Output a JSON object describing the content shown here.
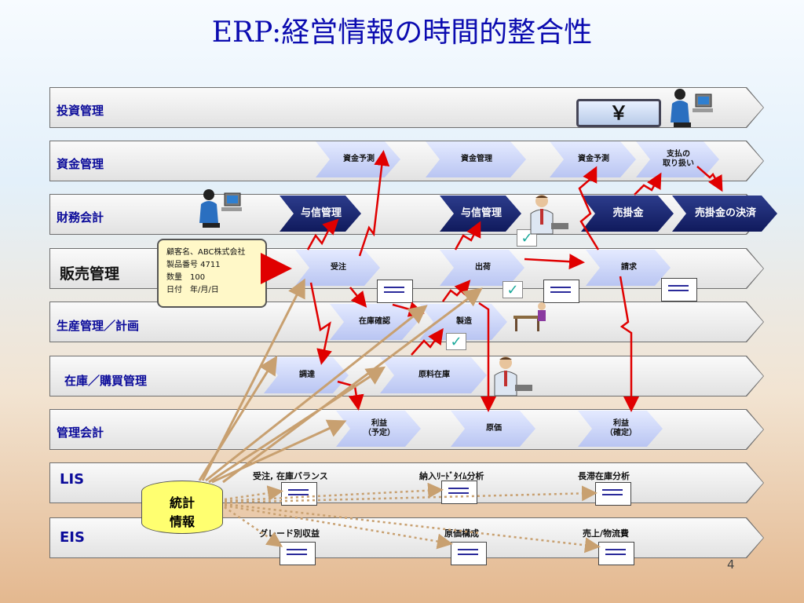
{
  "title": "ERP:経営情報の時間的整合性",
  "bands": [
    {
      "label": "投資管理"
    },
    {
      "label": "資金管理"
    },
    {
      "label": "財務会計"
    },
    {
      "label": "販売管理"
    },
    {
      "label": "生産管理／計画"
    },
    {
      "label": "在庫／購買管理"
    },
    {
      "label": "管理会計"
    },
    {
      "label": "LIS"
    },
    {
      "label": "EIS"
    }
  ],
  "yen_box": "￥",
  "fund_steps": [
    "資金予測",
    "資金管理",
    "資金予測",
    "支払の\n取り扱い"
  ],
  "finance_steps": [
    "与信管理",
    "与信管理",
    "売掛金",
    "売掛金の決済"
  ],
  "sales_steps": [
    "受注",
    "出荷",
    "請求"
  ],
  "production_steps": [
    "在庫確認",
    "製造"
  ],
  "inventory_steps": [
    "調達",
    "原料在庫"
  ],
  "mgmt_steps": [
    "利益\n（予定）",
    "原価",
    "利益\n（確定）"
  ],
  "customer": {
    "name": "顧客名、ABC株式会社",
    "product": "製品番号 4711",
    "qty": "数量　100",
    "date": "日付　年/月/日"
  },
  "lis_items": [
    "受注, 在庫バランス",
    "納入ﾘｰﾄﾞﾀｲﾑ分析",
    "長滞在庫分析"
  ],
  "eis_items": [
    "グレード別収益",
    "原価構成",
    "売上/物流費"
  ],
  "database": {
    "line1": "統計",
    "line2": "情報"
  },
  "checkmark": "✓",
  "page_number": "4",
  "colors": {
    "title": "#0b0bb0",
    "label": "#0a0a9a",
    "arrow": "#e00000",
    "dotted": "#c8a070"
  }
}
